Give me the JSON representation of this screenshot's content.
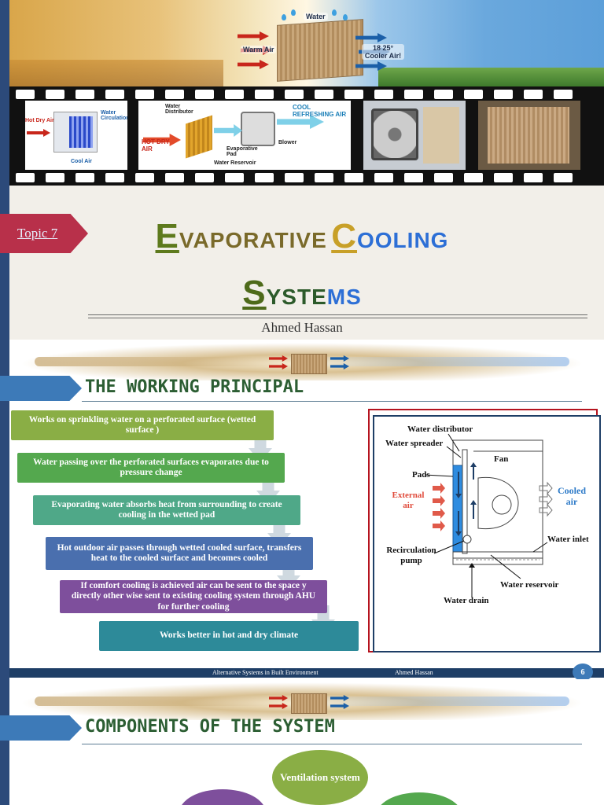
{
  "slide1": {
    "banner": {
      "water": "Water",
      "warm_air": "Warm Air",
      "cooler_air": "18 25° Cooler Air!"
    },
    "frames": {
      "frame1_labels": [
        "Hot Dry Air",
        "Water Circulation",
        "Cool Air"
      ],
      "frame2_labels": [
        "Water Distributor",
        "COOL REFRESHING AIR",
        "HOT DRY AIR",
        "Evaporative Pad",
        "Blower",
        "Water Reservoir"
      ]
    },
    "topic": "Topic 7",
    "title_line1": {
      "e_cap": "E",
      "word1": "VAPORATIVE",
      "c_cap": "C",
      "word2": "OOLING"
    },
    "title_line2": {
      "s_cap": "S",
      "word_g": "YSTE",
      "word_b": "MS"
    },
    "author": "Ahmed Hassan"
  },
  "slide2": {
    "heading": "THE WORKING PRINCIPAL",
    "steps": [
      {
        "text": "Works on sprinkling water on a perforated surface (wetted surface )",
        "color": "#8aae45"
      },
      {
        "text": "Water passing over the perforated surfaces evaporates due to pressure change",
        "color": "#54a84e"
      },
      {
        "text": "Evaporating water absorbs heat from surrounding to create cooling in the wetted pad",
        "color": "#4fa888"
      },
      {
        "text": "Hot outdoor air passes through wetted cooled surface, transfers heat to the cooled surface and becomes cooled",
        "color": "#4a6fae"
      },
      {
        "text": "If comfort cooling is achieved air can be sent to the space y directly other wise sent to existing cooling system through AHU for further cooling",
        "color": "#7e4f9c"
      },
      {
        "text": "Works better in hot and dry climate",
        "color": "#2d8a99"
      }
    ],
    "diagram": {
      "water_distributor": "Water distributor",
      "water_spreader": "Water spreader",
      "fan": "Fan",
      "pads": "Pads",
      "external_air": "External air",
      "cooled_air": "Cooled air",
      "water_inlet": "Water inlet",
      "recirculation_pump": "Recirculation pump",
      "water_reservoir": "Water reservoir",
      "water_drain": "Water drain"
    },
    "footer": {
      "course": "Alternative Systems in Built Environment",
      "author": "Ahmed Hassan",
      "page": "6"
    }
  },
  "slide3": {
    "heading": "COMPONENTS OF THE SYSTEM",
    "ventilation": "Ventilation system"
  },
  "colors": {
    "accent_blue": "#3d7ab8",
    "title_green": "#2c5e33",
    "frame_red": "#b5131e",
    "navy": "#1e3e66"
  }
}
